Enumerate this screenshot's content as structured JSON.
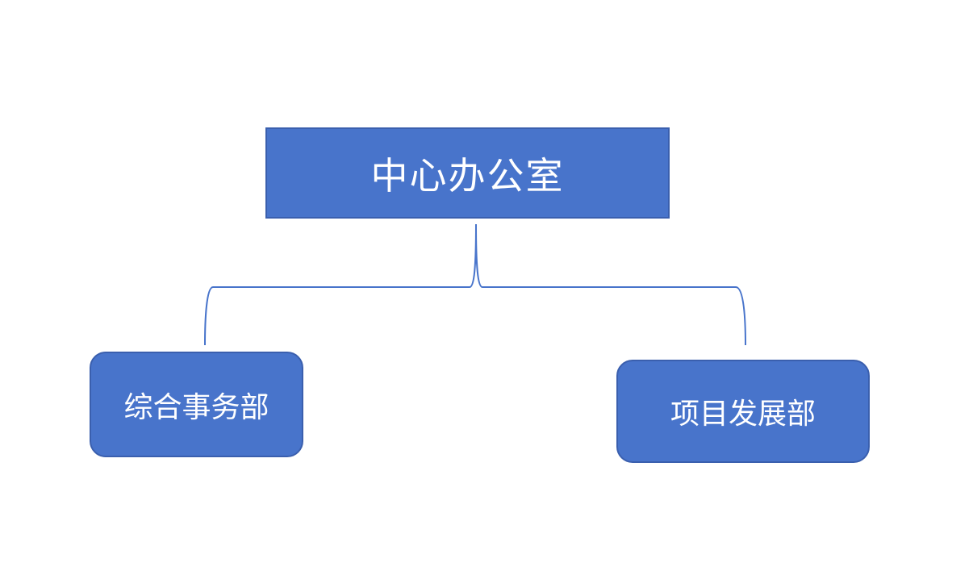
{
  "diagram": {
    "root": {
      "label": "中心办公室"
    },
    "children": [
      {
        "label": "综合事务部"
      },
      {
        "label": "项目发展部"
      }
    ]
  },
  "colors": {
    "node_fill": "#4874CB",
    "node_border": "#3A5FAE",
    "connector": "#4874CB",
    "node_text": "#FFFFFF",
    "background": "#FFFFFF"
  }
}
